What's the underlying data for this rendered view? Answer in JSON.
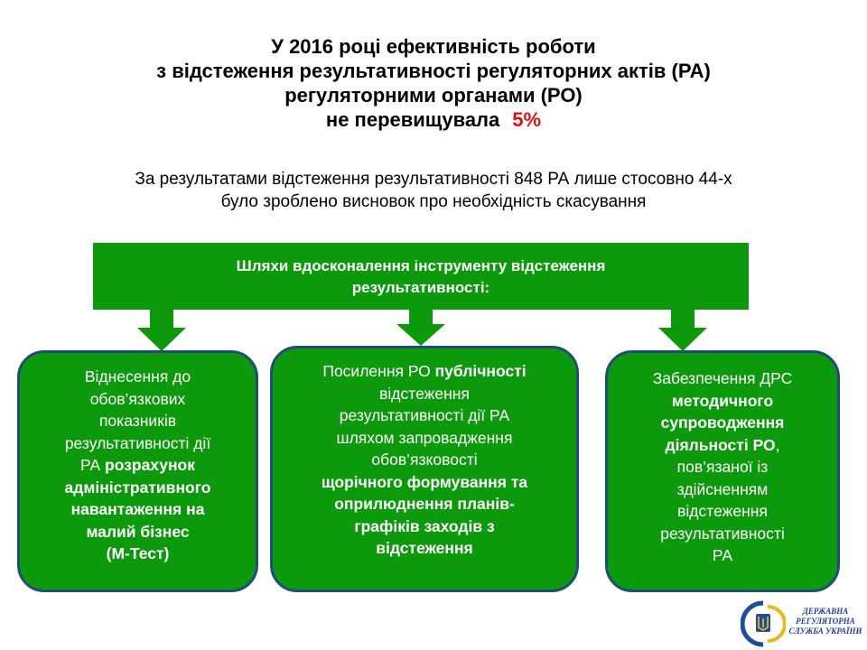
{
  "title": {
    "line1": "У 2016 році ефективність роботи",
    "line2": "з відстеження результативності регуляторних актів (РА)",
    "line3": "регуляторними органами (РО)",
    "line4": "не перевищувала",
    "percent": "5%"
  },
  "subtitle": {
    "line1": "За результатами відстеження результативності 848 РА лише стосовно 44-х",
    "line2": "було зроблено висновок про необхідність скасування"
  },
  "banner": {
    "line1": "Шляхи вдосконалення інструменту відстеження",
    "line2": "результативності:"
  },
  "boxes": [
    {
      "lines": [
        "Віднесення до",
        "обов’язкових",
        "показників",
        "результативності дії"
      ],
      "mixed_prefix": "РА ",
      "mixed_bold": "розрахунок",
      "bold_lines": [
        "адміністративного",
        "навантаження на",
        "малий бізнес",
        "(М-Тест)"
      ]
    },
    {
      "mixed_prefix": "Посилення РО ",
      "mixed_bold": "публічності",
      "lines": [
        "відстеження",
        "результативності дії РА",
        "шляхом запровадження",
        "обов’язковості"
      ],
      "bold_lines": [
        "щорічного формування та",
        "оприлюднення планів-",
        "графіків заходів з",
        "відстеження"
      ]
    },
    {
      "first_line": "Забезпечення ДРС",
      "bold_lines": [
        "методичного",
        "супроводження"
      ],
      "mixed_bold": "діяльності РО",
      "mixed_suffix": ",",
      "lines": [
        "пов’язаної із",
        "здійсненням",
        "відстеження",
        "результативності",
        "РА"
      ]
    }
  ],
  "logo": {
    "line1": "ДЕРЖАВНА",
    "line2": "РЕГУЛЯТОРНА",
    "line3": "СЛУЖБА УКРАЇНИ"
  },
  "colors": {
    "green": "#0c9a0c",
    "box_border": "#1f4d7a",
    "accent_red": "#e01010"
  }
}
